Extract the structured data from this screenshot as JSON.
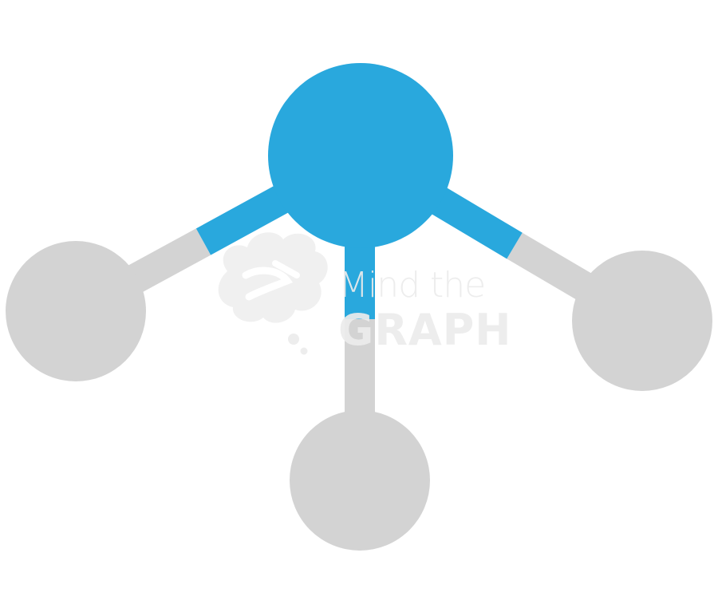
{
  "diagram": {
    "colors": {
      "background": "#ffffff",
      "central_atom": "#29a8dd",
      "peripheral_atom": "#d3d3d3",
      "bond_central_segment": "#29a8dd",
      "bond_peripheral_segment": "#d3d3d3"
    },
    "atoms": {
      "central": {
        "name": "central-atom"
      },
      "peripheral": [
        {
          "name": "left-atom"
        },
        {
          "name": "bottom-atom"
        },
        {
          "name": "right-atom"
        }
      ]
    }
  },
  "watermark": {
    "line1": "Mind the",
    "line2": "GRAPH",
    "text_color": "#ececec",
    "accent_color": "#ffffff",
    "icon": "brain-icon"
  }
}
